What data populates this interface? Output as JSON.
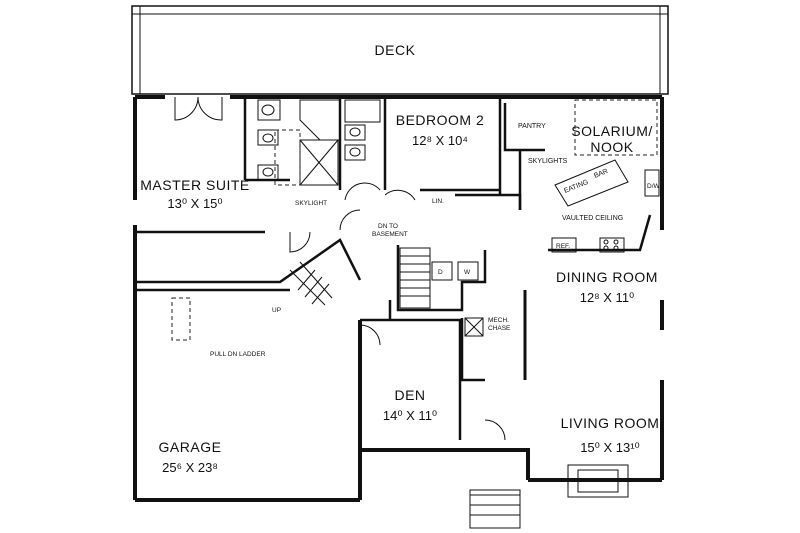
{
  "rooms": {
    "deck": "DECK",
    "master_suite": "MASTER SUITE",
    "master_suite_dim": "13⁰ X 15⁰",
    "bedroom2": "BEDROOM 2",
    "bedroom2_dim": "12⁸ X 10⁴",
    "solarium1": "SOLARIUM/",
    "solarium2": "NOOK",
    "dining": "DINING ROOM",
    "dining_dim": "12⁸ X 11⁰",
    "den": "DEN",
    "den_dim": "14⁰ X 11⁰",
    "garage": "GARAGE",
    "garage_dim": "25⁶ X 23⁸",
    "living": "LIVING ROOM",
    "living_dim": "15⁰ X 13¹⁰"
  },
  "notes": {
    "pantry": "PANTRY",
    "skylights": "SKYLIGHTS",
    "eating_bar1": "EATING",
    "eating_bar2": "BAR",
    "vaulted": "VAULTED CEILING",
    "skylight": "SKYLIGHT",
    "lin": "LIN.",
    "dn_basement1": "DN TO",
    "dn_basement2": "BASEMENT",
    "ref": "REF.",
    "dryer": "D",
    "washer": "W",
    "dw": "D/W",
    "mech1": "MECH.",
    "mech2": "CHASE",
    "up": "UP",
    "pull_ladder": "PULL DN LADDER"
  }
}
